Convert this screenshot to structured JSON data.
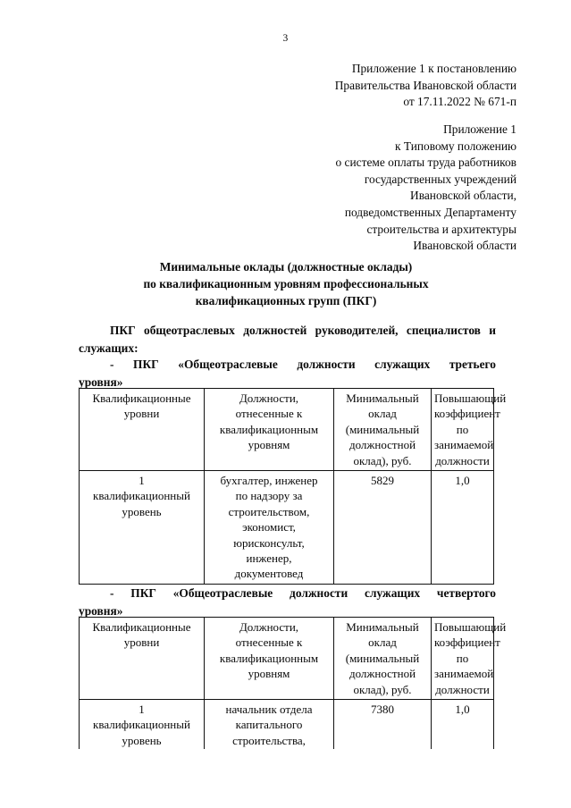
{
  "document": {
    "page_number": "3",
    "header_blocks": [
      "Приложение 1 к постановлению\nПравительства Ивановской области\nот 17.11.2022 № 671-п",
      "Приложение 1\nк Типовому положению\nо системе оплаты труда работников\nгосударственных учреждений\nИвановской области,\nподведомственных Департаменту\nстроительства и архитектуры\nИвановской области"
    ],
    "title": "Минимальные оклады (должностные оклады)\nпо квалификационным уровням профессиональных\nквалификационных групп (ПКГ)",
    "intro_paragraph": "ПКГ общеотраслевых должностей руководителей, специалистов и служащих:",
    "sections": [
      {
        "heading_justified": "-    ПКГ    «Общеотраслевые    должности    служащих    третьего",
        "heading_tail": "уровня»",
        "table": {
          "columns": [
            "Квалификационные\nуровни",
            "Должности,\nотнесенные к\nквалификационным\nуровням",
            "Минимальный\nоклад\n(минимальный\nдолжностной\nоклад), руб.",
            "Повышающий\nкоэффициент\nпо\nзанимаемой\nдолжности"
          ],
          "rows": [
            {
              "level": "1\nквалификационный\nуровень",
              "positions": "бухгалтер, инженер\nпо надзору за\nстроительством,\nэкономист,\nюрисконсульт,\nинженер,\nдокументовед",
              "min_salary": "5829",
              "coefficient": "1,0"
            }
          ]
        }
      },
      {
        "heading_justified": "-    ПКГ    «Общеотраслевые    должности    служащих    четвертого",
        "heading_tail": "уровня»",
        "table": {
          "columns": [
            "Квалификационные\nуровни",
            "Должности,\nотнесенные к\nквалификационным\nуровням",
            "Минимальный\nоклад\n(минимальный\nдолжностной\nоклад), руб.",
            "Повышающий\nкоэффициент\nпо\nзанимаемой\nдолжности"
          ],
          "rows": [
            {
              "level": "1\nквалификационный\nуровень",
              "positions": "начальник отдела\nкапитального\nстроительства,",
              "min_salary": "7380",
              "coefficient": "1,0"
            }
          ]
        }
      }
    ]
  }
}
